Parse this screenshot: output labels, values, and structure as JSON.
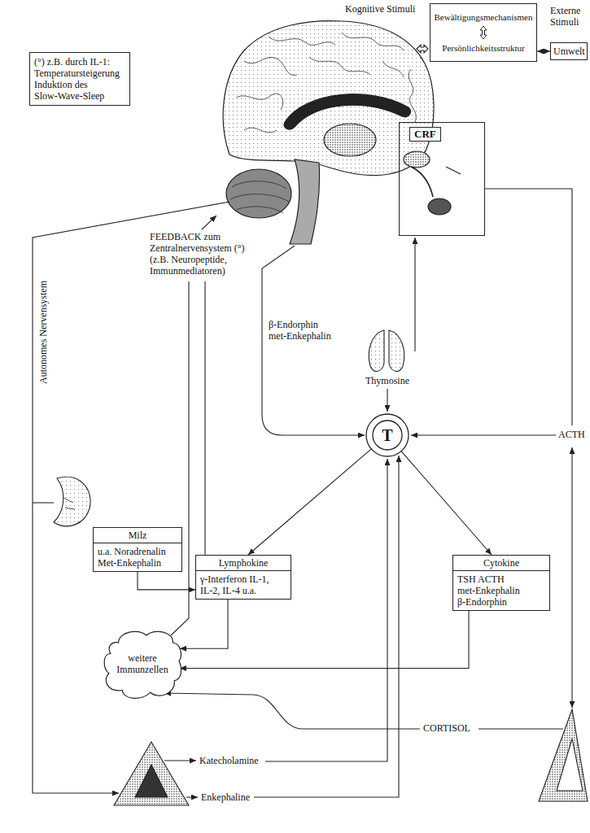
{
  "diagram": {
    "nodes": [
      {
        "text": [
          "(°) z.B. durch IL-1: Temperatursteigerung Induktion des Slow-Wave-Sleep"
        ]
      },
      {
        "text": [
          "CRF"
        ]
      },
      {
        "text": [
          "Bewältigungsmechanismen",
          "Persönlichkeitsstruktur"
        ]
      },
      {
        "text": [
          "Umwelt"
        ]
      },
      {
        "text": [
          "T"
        ]
      },
      {
        "text": [
          "Milz",
          "u.a. Noradrenalin Met-Enkephalin"
        ]
      },
      {
        "text": [
          "Lymphokine",
          "γ-Interferon IL-1, IL-2, IL-4 u.a."
        ]
      },
      {
        "text": [
          "Cytokine",
          "TSH ACTH met-Enkephalin β-Endorphin"
        ]
      },
      {
        "text": [
          "weitere Immunzellen"
        ]
      }
    ],
    "edges": [
      {
        "from": 2,
        "to": 3,
        "arrow": "both"
      },
      {
        "from": 4,
        "to": 6,
        "arrow": "to"
      },
      {
        "from": 4,
        "to": 7,
        "arrow": "to"
      },
      {
        "from": 5,
        "to": 6,
        "arrow": "to"
      },
      {
        "from": 6,
        "to": 8,
        "arrow": "to"
      },
      {
        "from": 7,
        "to": 8,
        "arrow": "to"
      }
    ],
    "labels": [
      "Kognitive Stimuli",
      "Externe Stimuli",
      "FEEDBACK zum Zentralnervensystem (°) (z.B. Neuropeptide, Immunmediatoren)",
      "Autonomes Nervensystem",
      "Thymosine",
      "β-Endorphin met-Enkephalin",
      "ACTH",
      "CORTISOL",
      "Katecholamine",
      "Enkephaline"
    ]
  }
}
